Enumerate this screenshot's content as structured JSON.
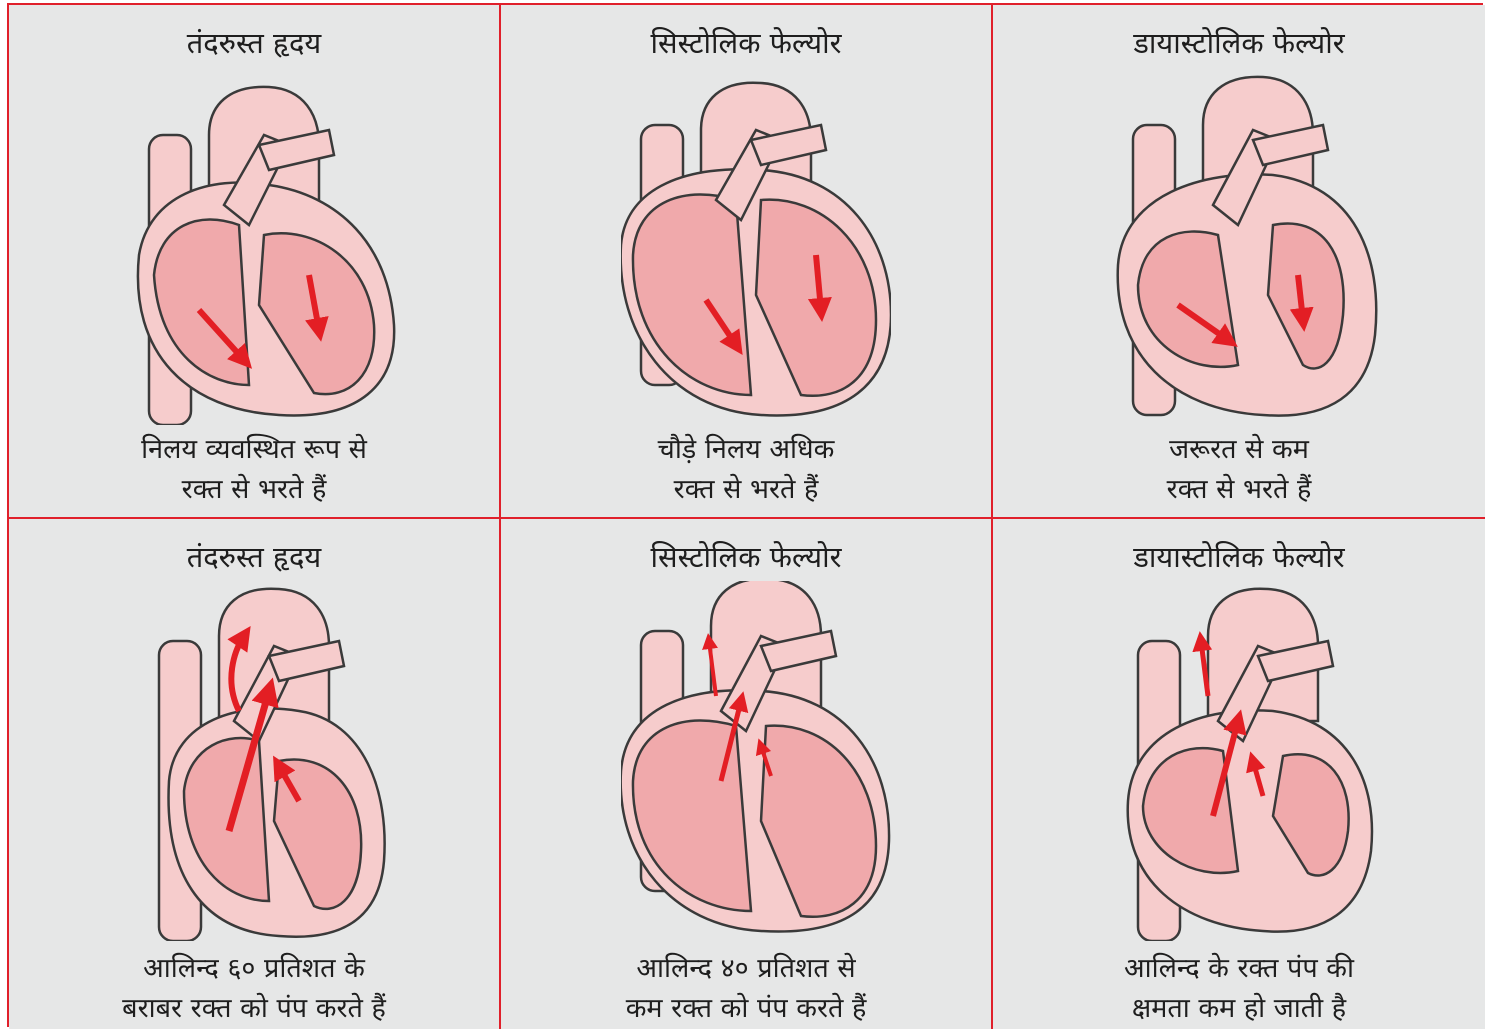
{
  "colors": {
    "border": "#e0202b",
    "background": "#e6e7e7",
    "heart_fill": "#f6cccc",
    "chamber_fill": "#f0a9ab",
    "outline": "#3a3a3a",
    "arrow": "#e31e24"
  },
  "panels": [
    {
      "title": "तंदरुस्त हृदय",
      "caption_line1": "निलय व्यवस्थित रूप से",
      "caption_line2": "रक्त से भरते हैं"
    },
    {
      "title": "सिस्टोलिक फेल्योर",
      "caption_line1": "चौड़े निलय अधिक",
      "caption_line2": "रक्त से भरते हैं"
    },
    {
      "title": "डायास्टोलिक फेल्योर",
      "caption_line1": "जरूरत से कम",
      "caption_line2": "रक्त से भरते हैं"
    },
    {
      "title": "तंदरुस्त हृदय",
      "caption_line1": "आलिन्द ६० प्रतिशत के",
      "caption_line2": "बराबर रक्त को पंप करते हैं"
    },
    {
      "title": "सिस्टोलिक फेल्योर",
      "caption_line1": "आलिन्द ४० प्रतिशत से",
      "caption_line2": "कम रक्त को पंप करते हैं"
    },
    {
      "title": "डायास्टोलिक फेल्योर",
      "caption_line1": "आलिन्द के रक्त पंप की",
      "caption_line2": "क्षमता कम हो जाती है"
    }
  ]
}
